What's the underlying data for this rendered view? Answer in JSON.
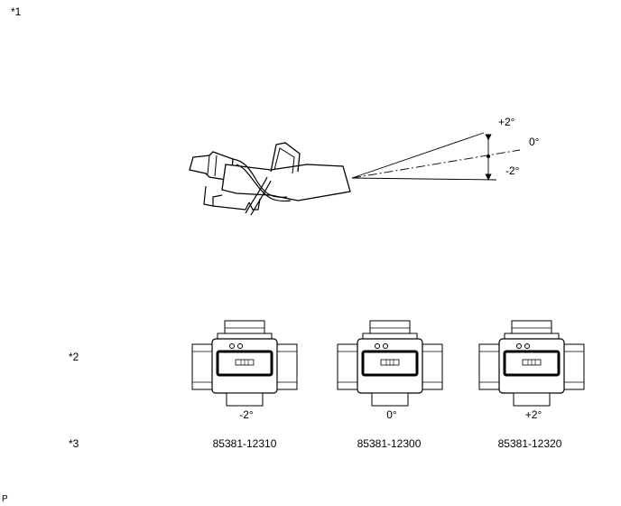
{
  "callouts": {
    "c1": "*1",
    "c2": "*2",
    "c3": "*3"
  },
  "angles": {
    "plus": "+2°",
    "zero": "0°",
    "minus": "-2°"
  },
  "connectors": [
    {
      "angle": "-2°",
      "part_number": "85381-12310"
    },
    {
      "angle": "0°",
      "part_number": "85381-12300"
    },
    {
      "angle": "+2°",
      "part_number": "85381-12320"
    }
  ],
  "footer_mark": "P"
}
